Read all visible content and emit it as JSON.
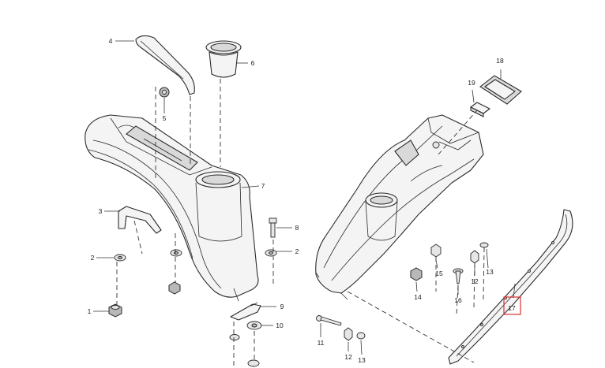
{
  "callouts": {
    "c1": "1",
    "c2a": "2",
    "c2b": "2",
    "c3": "3",
    "c4": "4",
    "c5": "5",
    "c6": "6",
    "c7": "7",
    "c8": "8",
    "c9": "9",
    "c10": "10",
    "c11": "11",
    "c12a": "12",
    "c12b": "12",
    "c13a": "13",
    "c13b": "13",
    "c14": "14",
    "c15": "15",
    "c16": "16",
    "c17": "17",
    "c18": "18",
    "c19": "19"
  },
  "highlight": {
    "part": "17",
    "color": "#e03030"
  }
}
